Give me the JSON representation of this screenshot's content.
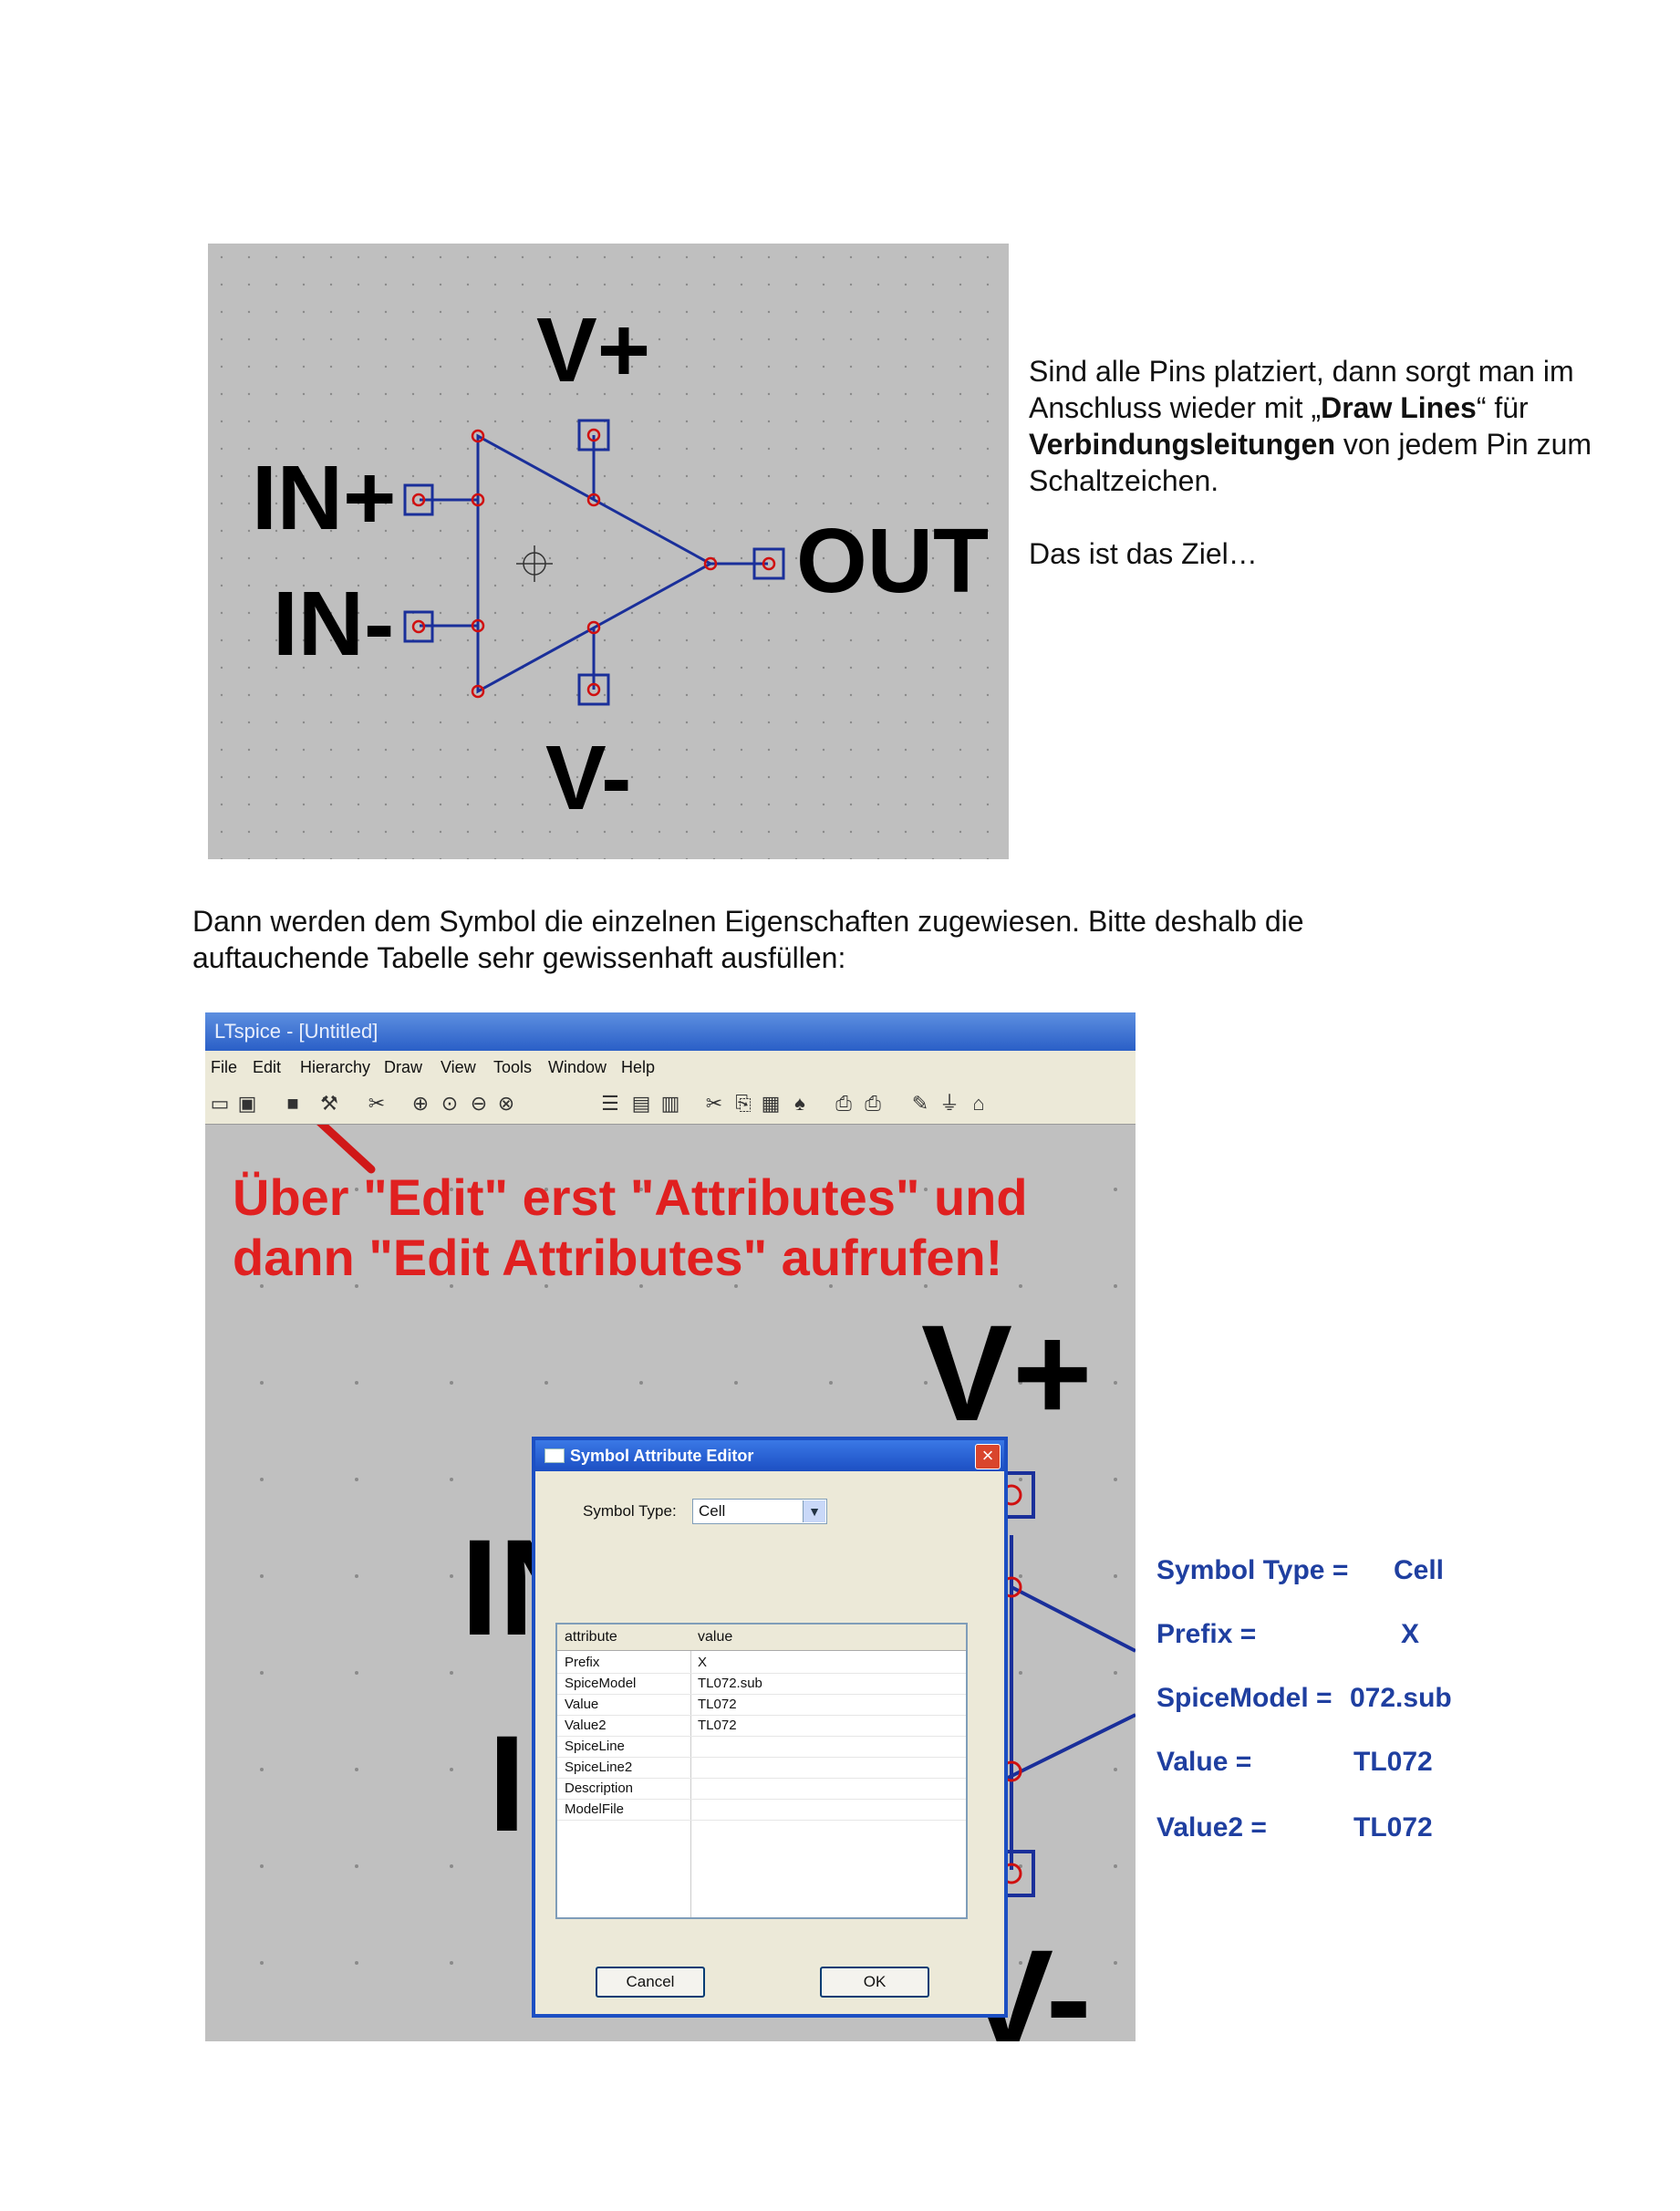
{
  "figure1": {
    "labels": {
      "vplus": "V+",
      "vminus": "V-",
      "inplus": "IN+",
      "inminus": "IN-",
      "out": "OUT"
    }
  },
  "side_text": {
    "p1_a": "Sind alle Pins platziert, dann sorgt man im Anschluss wieder mit „",
    "p1_b": "Draw Lines",
    "p1_c": "“ für ",
    "p1_d": "Verbindungsleitungen",
    "p1_e": " von jedem Pin zum Schaltzeichen.",
    "p2": "Das ist das Ziel…"
  },
  "mid_text": "Dann werden dem Symbol die einzelnen Eigenschaften zugewiesen. Bitte deshalb die auftauchende Tabelle sehr gewissenhaft ausfüllen:",
  "screenshot": {
    "window_title": "LTspice - [Untitled]",
    "menu": [
      "File",
      "Edit",
      "Hierarchy",
      "Draw",
      "View",
      "Tools",
      "Window",
      "Help"
    ],
    "callout_line1": "Über \"Edit\" erst \"Attributes\" und",
    "callout_line2": "dann \"Edit Attributes\" aufrufen!",
    "canvas_labels": {
      "vplus": "V+",
      "vminus": "V-",
      "in_partial1": "IN",
      "in_partial2": "I"
    },
    "dialog": {
      "title": "Symbol Attribute Editor",
      "close": "×",
      "symbol_type_label": "Symbol Type:",
      "symbol_type_value": "Cell",
      "col_attribute": "attribute",
      "col_value": "value",
      "rows": [
        {
          "attribute": "Prefix",
          "value": "X"
        },
        {
          "attribute": "SpiceModel",
          "value": "TL072.sub"
        },
        {
          "attribute": "Value",
          "value": "TL072"
        },
        {
          "attribute": "Value2",
          "value": "TL072"
        },
        {
          "attribute": "SpiceLine",
          "value": ""
        },
        {
          "attribute": "SpiceLine2",
          "value": ""
        },
        {
          "attribute": "Description",
          "value": ""
        },
        {
          "attribute": "ModelFile",
          "value": ""
        }
      ],
      "cancel": "Cancel",
      "ok": "OK"
    }
  },
  "annotations": [
    {
      "key": "Symbol Type =",
      "value": "Cell"
    },
    {
      "key": "Prefix =",
      "value": "X"
    },
    {
      "key": "SpiceModel =",
      "value": "072.sub"
    },
    {
      "key": "Value =",
      "value": "TL072"
    },
    {
      "key": "Value2 =",
      "value": "TL072"
    }
  ],
  "colors": {
    "canvas": "#bfbfbf",
    "wire": "#1a2f9a",
    "pin_marker": "#d01010",
    "callout": "#e02020",
    "annotation": "#1f3fa0"
  }
}
